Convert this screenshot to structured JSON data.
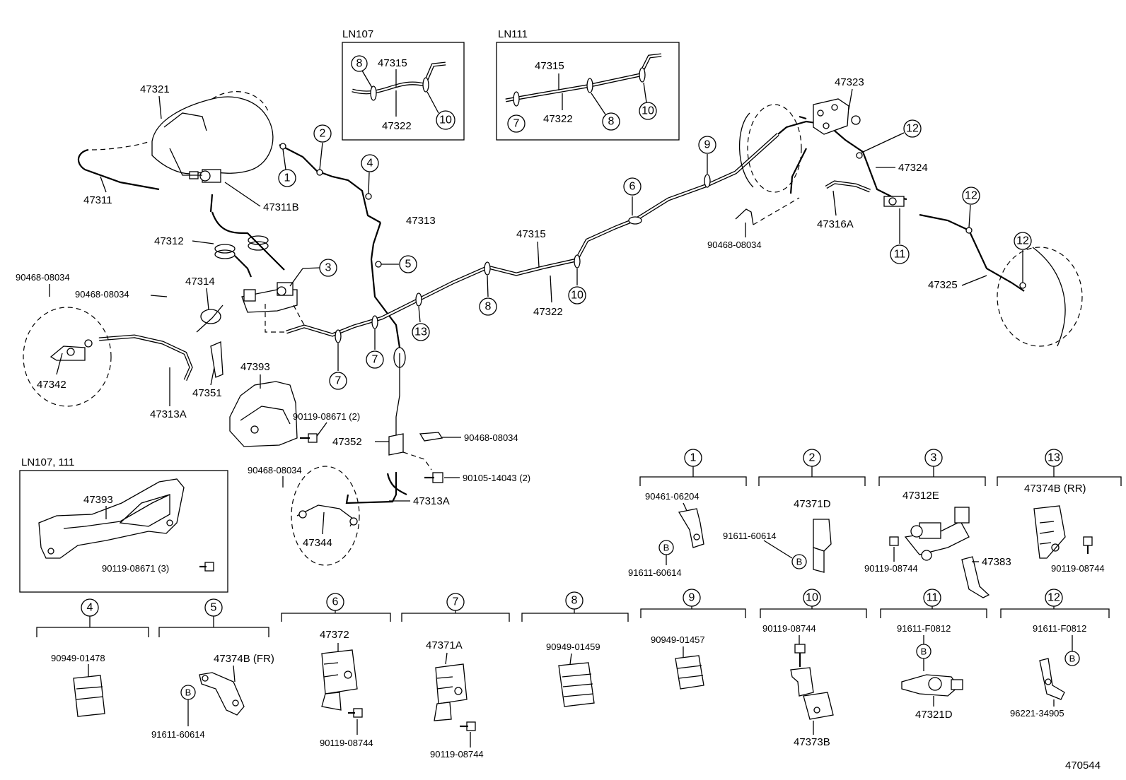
{
  "diagram": {
    "insets": {
      "ln107": {
        "title": "LN107",
        "part_a": "47315",
        "part_b": "47322",
        "callout_a": "8",
        "callout_b": "10"
      },
      "ln111": {
        "title": "LN111",
        "part_a": "47315",
        "part_b": "47322",
        "callout_a": "7",
        "callout_b": "8",
        "callout_c": "10"
      },
      "ln107_111": {
        "title": "LN107, 111",
        "part_a": "47393",
        "part_b": "90119-08671 (3)"
      }
    },
    "parts": {
      "p47321": "47321",
      "p47311": "47311",
      "p47311b": "47311B",
      "p47312": "47312",
      "p47313": "47313",
      "p47314": "47314",
      "p47342": "47342",
      "p47313a_l": "47313A",
      "p47351": "47351",
      "p47393": "47393",
      "p90119_08671_2": "90119-08671 (2)",
      "p47352": "47352",
      "p90468_a": "90468-08034",
      "p90468_b": "90468-08034",
      "p90468_c": "90468-08034",
      "p90468_d": "90468-08034",
      "p90468_e": "90468-08034",
      "p90105": "90105-14043 (2)",
      "p47313a_m": "47313A",
      "p47344": "47344",
      "p47315": "47315",
      "p47322": "47322",
      "p47323": "47323",
      "p47324": "47324",
      "p47316a": "47316A",
      "p47325": "47325"
    },
    "callouts": {
      "c1": "1",
      "c2": "2",
      "c3": "3",
      "c4": "4",
      "c5": "5",
      "c6": "6",
      "c7a": "7",
      "c7b": "7",
      "c8": "8",
      "c9": "9",
      "c10": "10",
      "c11": "11",
      "c12a": "12",
      "c12b": "12",
      "c12c": "12",
      "c13": "13"
    },
    "details": {
      "d1": {
        "num": "1",
        "a": "90461-06204",
        "b": "B",
        "c": "91611-60614"
      },
      "d2": {
        "num": "2",
        "a": "47371D",
        "b": "91611-60614",
        "c": "B"
      },
      "d3": {
        "num": "3",
        "a": "47312E",
        "b": "90119-08744",
        "c": "47383"
      },
      "d13": {
        "num": "13",
        "a": "47374B (RR)",
        "b": "90119-08744"
      },
      "d4": {
        "num": "4",
        "a": "90949-01478"
      },
      "d5": {
        "num": "5",
        "a": "47374B (FR)",
        "b": "B",
        "c": "91611-60614"
      },
      "d6": {
        "num": "6",
        "a": "47372",
        "b": "90119-08744"
      },
      "d7": {
        "num": "7",
        "a": "47371A",
        "b": "90119-08744"
      },
      "d8": {
        "num": "8",
        "a": "90949-01459"
      },
      "d9": {
        "num": "9",
        "a": "90949-01457"
      },
      "d10": {
        "num": "10",
        "a": "90119-08744",
        "b": "47373B"
      },
      "d11": {
        "num": "11",
        "a": "91611-F0812",
        "b": "B",
        "c": "47321D"
      },
      "d12": {
        "num": "12",
        "a": "91611-F0812",
        "b": "B",
        "c": "96221-34905"
      }
    },
    "figure_id": "470544"
  }
}
